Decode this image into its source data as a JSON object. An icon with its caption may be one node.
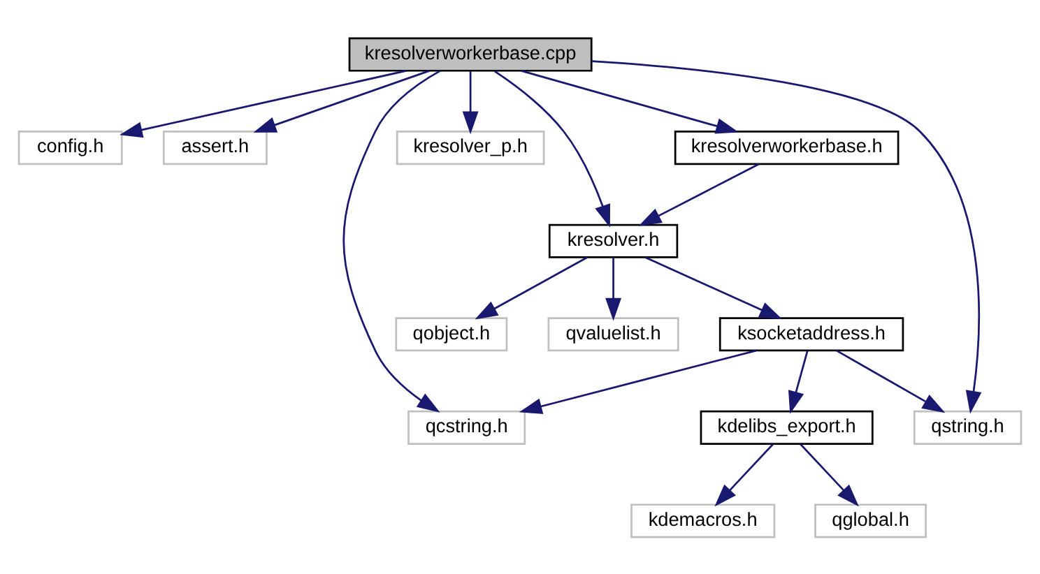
{
  "diagram": {
    "nodes": [
      {
        "text": [
          "kresolverworkerbase.cpp"
        ]
      },
      {
        "text": [
          "config.h"
        ]
      },
      {
        "text": [
          "assert.h"
        ]
      },
      {
        "text": [
          "kresolverworkerbase.h"
        ]
      },
      {
        "text": [
          "kresolver_p.h"
        ]
      },
      {
        "text": [
          "kresolver.h"
        ]
      },
      {
        "text": [
          "ksocketaddress.h"
        ]
      },
      {
        "text": [
          "qvaluelist.h"
        ]
      },
      {
        "text": [
          "qobject.h"
        ]
      },
      {
        "text": [
          "qcstring.h"
        ]
      },
      {
        "text": [
          "kdelibs_export.h"
        ]
      },
      {
        "text": [
          "qstring.h"
        ]
      },
      {
        "text": [
          "kdemacros.h"
        ]
      },
      {
        "text": [
          "qglobal.h"
        ]
      }
    ],
    "edges": [
      {
        "from": 0,
        "to": 1,
        "arrow": "to"
      },
      {
        "from": 0,
        "to": 2,
        "arrow": "to"
      },
      {
        "from": 0,
        "to": 9,
        "arrow": "to"
      },
      {
        "from": 0,
        "to": 5,
        "arrow": "to"
      },
      {
        "from": 0,
        "to": 3,
        "arrow": "to"
      },
      {
        "from": 0,
        "to": 11,
        "arrow": "to"
      },
      {
        "from": 0,
        "to": 4,
        "arrow": "to"
      },
      {
        "from": 3,
        "to": 5,
        "arrow": "to"
      },
      {
        "from": 5,
        "to": 6,
        "arrow": "to"
      },
      {
        "from": 5,
        "to": 7,
        "arrow": "to"
      },
      {
        "from": 5,
        "to": 8,
        "arrow": "to"
      },
      {
        "from": 6,
        "to": 9,
        "arrow": "to"
      },
      {
        "from": 6,
        "to": 10,
        "arrow": "to"
      },
      {
        "from": 6,
        "to": 11,
        "arrow": "to"
      },
      {
        "from": 10,
        "to": 12,
        "arrow": "to"
      },
      {
        "from": 10,
        "to": 13,
        "arrow": "to"
      }
    ]
  }
}
